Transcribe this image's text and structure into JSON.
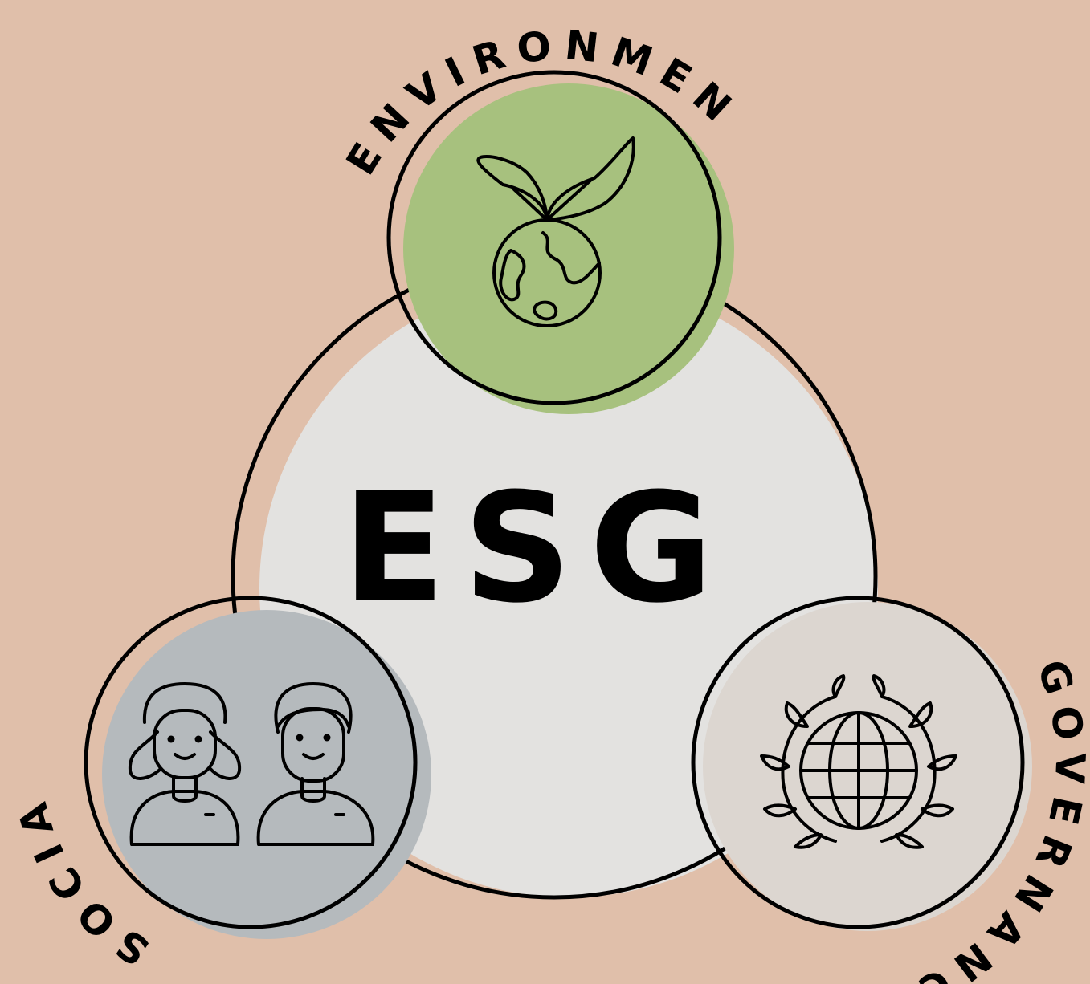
{
  "center": {
    "label": "ESG"
  },
  "pillars": {
    "environmental": {
      "label": "ENVIRONMENTAL",
      "color": "#a7c17e",
      "icon": "plant-globe-icon"
    },
    "social": {
      "label": "SOCIAL",
      "color": "#b5babd",
      "icon": "people-icon"
    },
    "governance": {
      "label": "GOVERNANCE",
      "color": "#dcd6d0",
      "icon": "globe-laurel-icon"
    }
  },
  "colors": {
    "background": "#e0bfaa",
    "center_fill": "#e3e2e0",
    "outline": "#000000"
  }
}
